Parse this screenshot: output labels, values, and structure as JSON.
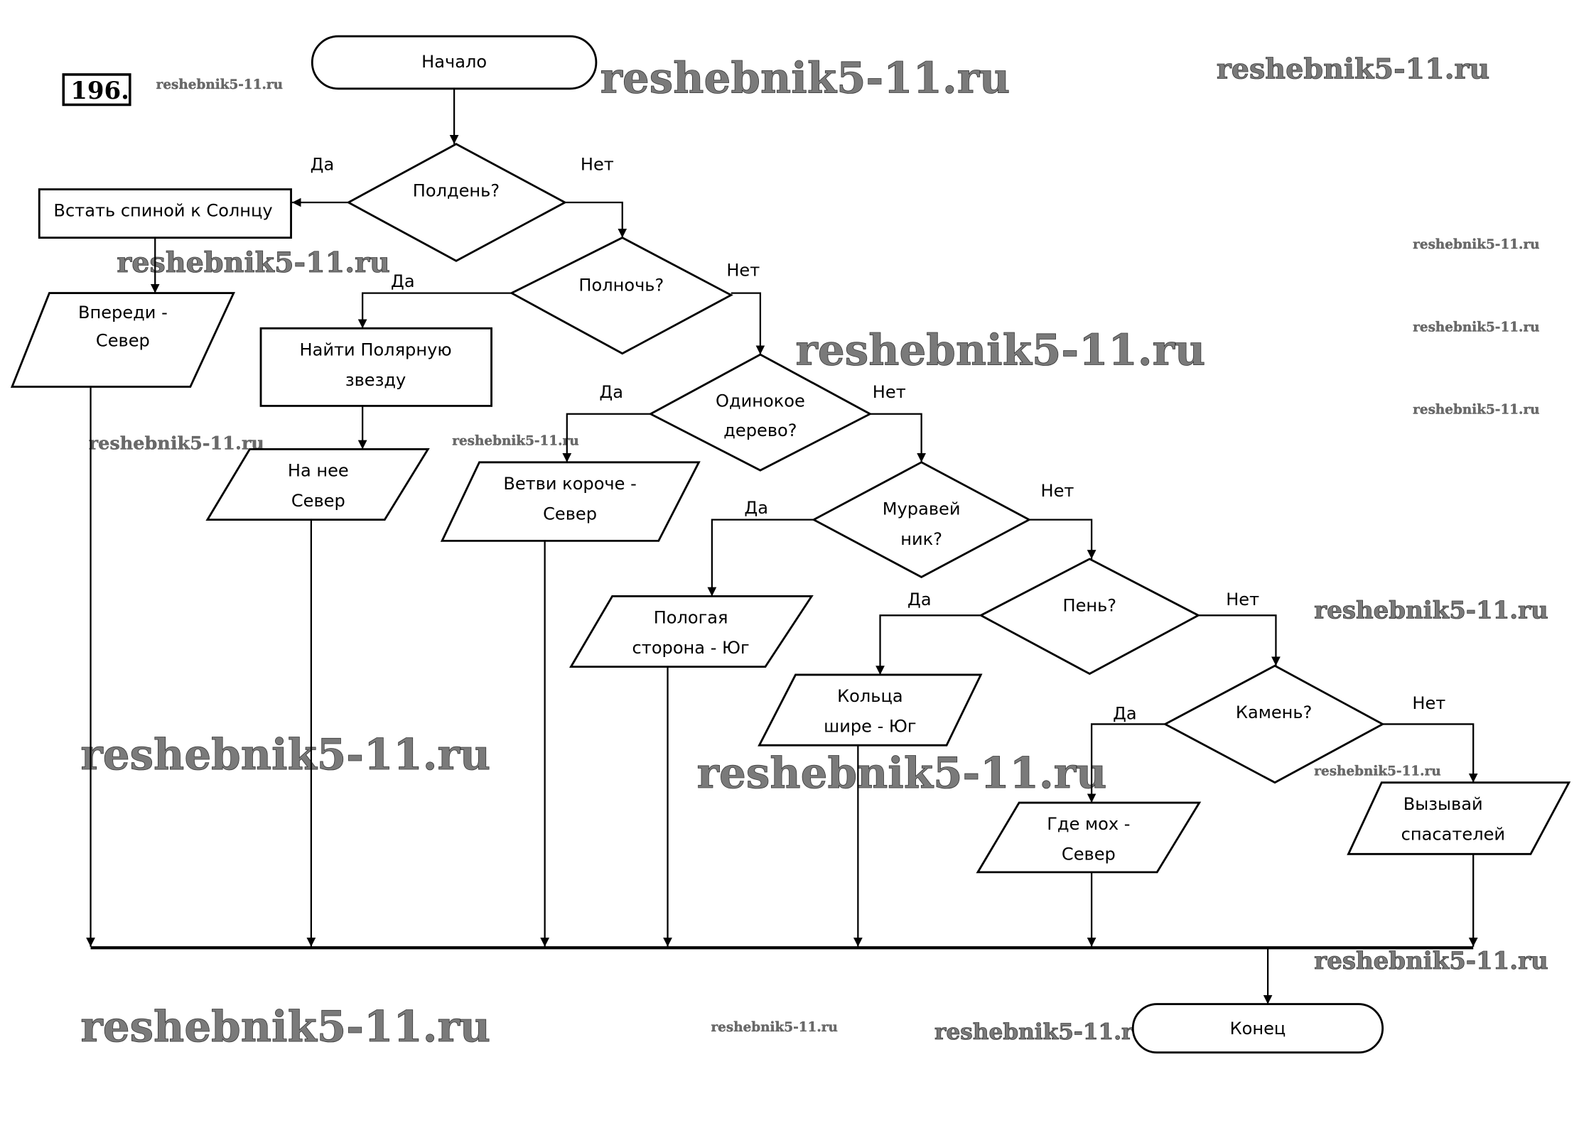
{
  "problem_number": "196.",
  "watermark": "reshebnik5-11.ru",
  "nodes": {
    "start": "Начало",
    "end": "Конец",
    "q_noon": "Полдень?",
    "q_midnight": "Полночь?",
    "q_tree": [
      "Одинокое",
      "дерево?"
    ],
    "q_anthill": [
      "Муравей",
      "ник?"
    ],
    "q_stump": "Пень?",
    "q_stone": "Камень?",
    "p_back_to_sun": "Встать спиной к Солнцу",
    "io_ahead_north": [
      "Впереди -",
      "Север"
    ],
    "p_find_polaris": [
      "Найти Полярную",
      "звезду"
    ],
    "io_on_it_north": [
      "На нее",
      "Север"
    ],
    "io_branches_north": [
      "Ветви короче -",
      "Север"
    ],
    "io_gentle_south": [
      "Пологая",
      "сторона - Юг"
    ],
    "io_rings_south": [
      "Кольца",
      "шире - Юг"
    ],
    "io_moss_north": [
      "Где мох -",
      "Север"
    ],
    "io_call_rescue": [
      "Вызывай",
      "спасателей"
    ]
  },
  "branches": {
    "yes": "Да",
    "no": "Нет"
  }
}
